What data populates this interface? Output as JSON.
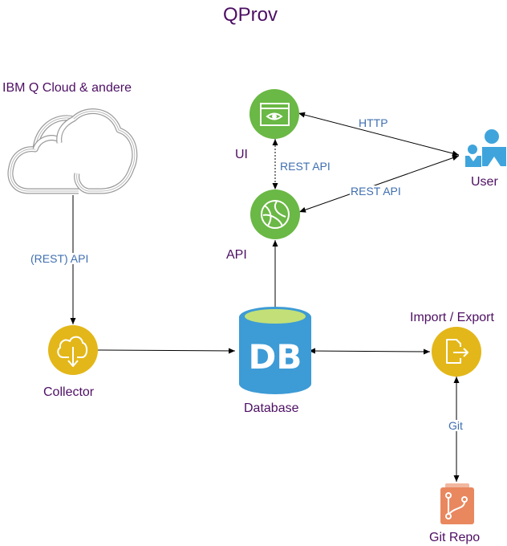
{
  "title": "QProv",
  "nodes": {
    "cloud": {
      "label": "IBM Q Cloud & andere",
      "icon": "cloud-icon"
    },
    "ui": {
      "label": "UI",
      "icon": "browser-eye-icon"
    },
    "api": {
      "label": "API",
      "icon": "globe-icon"
    },
    "user": {
      "label": "User",
      "icon": "users-icon"
    },
    "collector": {
      "label": "Collector",
      "icon": "cloud-download-icon"
    },
    "database": {
      "label": "Database",
      "icon": "db-cylinder-icon",
      "badge": "DB"
    },
    "import_export": {
      "label": "Import / Export",
      "icon": "file-export-icon"
    },
    "git_repo": {
      "label": "Git Repo",
      "icon": "git-branch-icon"
    }
  },
  "edges": {
    "ui_user": "HTTP",
    "ui_api": "REST API",
    "api_user": "REST API",
    "cloud_collector": "(REST) API",
    "io_git": "Git"
  },
  "colors": {
    "label_purple": "#4d0f63",
    "edge_label_blue": "#3f6fb0",
    "green": "#6ab845",
    "yellow": "#e3b719",
    "db_blue": "#3d9bd6",
    "db_top": "#c2e077",
    "user_blue": "#3fa4dc",
    "git_orange": "#e9875f"
  }
}
